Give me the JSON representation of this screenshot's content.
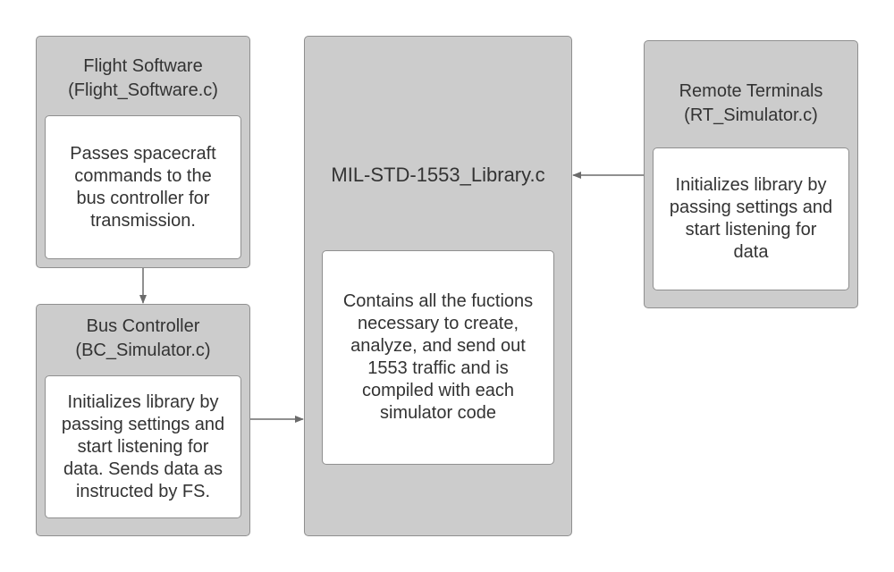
{
  "nodes": {
    "flight_software": {
      "title": "Flight Software\n(Flight_Software.c)",
      "description": "Passes spacecraft\ncommands  to the\nbus controller for\ntransmission."
    },
    "bus_controller": {
      "title": "Bus Controller\n(BC_Simulator.c)",
      "description": "Initializes library by\npassing settings and\nstart listening for\ndata. Sends data as\ninstructed by FS."
    },
    "library": {
      "title": "MIL-STD-1553_Library.c",
      "description": "Contains all the fuctions\nnecessary to create,\nanalyze, and send out\n1553 traffic and is\ncompiled with each\nsimulator code"
    },
    "remote_terminals": {
      "title": "Remote Terminals\n(RT_Simulator.c)",
      "description": "Initializes library by\npassing settings and\nstart listening for\ndata"
    }
  },
  "edges": [
    {
      "from": "flight_software",
      "to": "bus_controller"
    },
    {
      "from": "bus_controller",
      "to": "library"
    },
    {
      "from": "remote_terminals",
      "to": "library"
    }
  ],
  "colors": {
    "box_fill": "#cccccc",
    "box_border": "#8f8f8f",
    "inner_fill": "#ffffff",
    "text": "#333333",
    "arrow": "#6b6b6b"
  }
}
